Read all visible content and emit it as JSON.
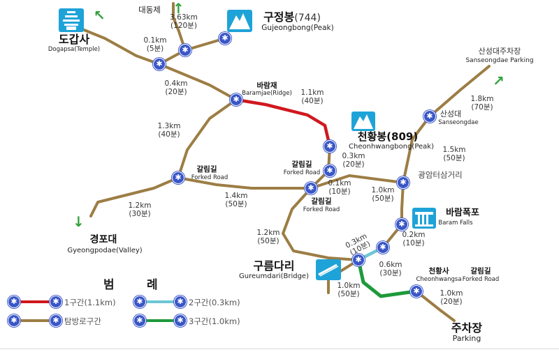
{
  "colors": {
    "trail_brown": "#9c7d44",
    "section1_red": "#d0181e",
    "section2_cyan": "#6dc6d4",
    "section3_green": "#1e9a3a",
    "node_blue": "#3a57c7",
    "icon_blue": "#1ea3d8",
    "arrow_green": "#2ea13a"
  },
  "places": {
    "dogapsa_kor": "도갑사",
    "dogapsa_eng": "Dogapsa(Temple)",
    "daedongje": "대동제",
    "gujeongbong_kor": "구정봉",
    "gujeongbong_alt": "(744)",
    "gujeongbong_eng": "Gujeongbong(Peak)",
    "parking_sanseong_kor": "산성대주차장",
    "parking_sanseong_eng": "Sanseongdae Parking",
    "baramjae_kor": "바람재",
    "baramjae_eng": "Baramjae(Ridge)",
    "cheonhwangbong_kor": "천황봉(809)",
    "cheonhwangbong_eng": "Cheonhwangbong(Peak)",
    "sanseongdae_kor": "산성대",
    "sanseongdae_eng": "Sanseongdae",
    "gwangamteo": "광암터삼거리",
    "forked1_kor": "갈림길",
    "forked1_eng": "Forked Road",
    "forked2_kor": "갈림길",
    "forked2_eng": "Forked Road",
    "forked3_kor": "갈림길",
    "forked3_eng": "Forked Road",
    "forked4_kor": "갈림길",
    "forked4_eng": "Forked Road",
    "baramfalls_kor": "바람폭포",
    "baramfalls_eng": "Baram Falls",
    "gyeongpodae_kor": "경포대",
    "gyeongpodae_eng": "Gyeongpodae(Valley)",
    "gureumdari_kor": "구름다리",
    "gureumdari_eng": "Gureumdari(Bridge)",
    "cheonhwangsa_kor": "천황사",
    "cheonhwangsa_eng": "Cheonhwangsa",
    "parking_main_kor": "주차장",
    "parking_main_eng": "Parking"
  },
  "distances": {
    "d_daedong_km": "3.63km",
    "d_daedong_t": "(120분)",
    "d_dogapsa_km": "0.1km",
    "d_dogapsa_t": "(5분)",
    "d_baram_km": "0.4km",
    "d_baram_t": "(20분)",
    "d_red_km": "1.1km",
    "d_red_t": "(40분)",
    "d_west_km": "1.3km",
    "d_west_t": "(40분)",
    "d_cheon_km": "0.3km",
    "d_cheon_t": "(20분)",
    "d_mid_km": "0.1km",
    "d_mid_t": "(10분)",
    "d_sanseong_km": "1.8km",
    "d_sanseong_t": "(70분)",
    "d_gwang_km": "1.5km",
    "d_gwang_t": "(50분)",
    "d_east_km": "1.0km",
    "d_east_t": "(50분)",
    "d_forked_km": "1.4km",
    "d_forked_t": "(50분)",
    "d_gyeong_km": "1.2km",
    "d_gyeong_t": "(30분)",
    "d_south_km": "1.2km",
    "d_south_t": "(50분)",
    "d_falls_km": "0.2km",
    "d_falls_t": "(10분)",
    "d_cyan_km": "0.3km",
    "d_cyan_t": "(10분)",
    "d_green_km": "0.6km",
    "d_green_t": "(30분)",
    "d_bridge_km": "1.0km",
    "d_bridge_t": "(50분)",
    "d_park_km": "1.0km",
    "d_park_t": "(20분)"
  },
  "legend": {
    "title_1": "범",
    "title_2": "례",
    "item_red": "1구간(1.1km)",
    "item_cyan": "2구간(0.3km)",
    "item_brown": "탐방로구간",
    "item_green": "3구간(1.0km)"
  }
}
